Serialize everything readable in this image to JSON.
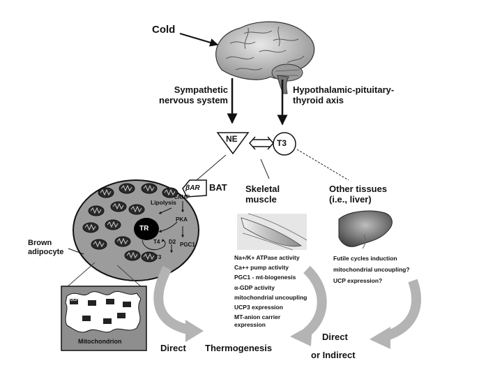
{
  "stimulus": "Cold",
  "pathways": {
    "left": "Sympathetic\nnervous system",
    "right": "Hypothalamic-pituitary-\nthyroid axis"
  },
  "mediators": {
    "ne": "NE",
    "t3": "T3"
  },
  "bat": {
    "label": "BAT",
    "receptor": "βAR",
    "camp": "cAMP",
    "lipolysis": "Lipolysis",
    "pka": "PKA",
    "tr": "TR",
    "t4": "T4",
    "d2": "D2",
    "pgc1": "PGC1",
    "t3": "T3",
    "cell_label": "Brown\nadipocyte",
    "mito_label": "Mitochondrion",
    "ucp": "UCP"
  },
  "skeletal": {
    "title": "Skeletal\nmuscle",
    "items": [
      "Na+/K+ ATPase activity",
      "Ca++ pump activity",
      "PGC1 - mt-biogenesis",
      "α-GDP activity",
      "mitochondrial uncoupling",
      "UCP3 expression",
      "MT-anion carrier",
      "expression"
    ]
  },
  "other": {
    "title": "Other tissues\n(i.e., liver)",
    "items": [
      "Futile cycles induction",
      "mitochondrial uncoupling?",
      "UCP expression?"
    ]
  },
  "outcome": {
    "direct_left": "Direct",
    "thermogenesis": "Thermogenesis",
    "direct_right": "Direct",
    "or_indirect": "or Indirect"
  }
}
